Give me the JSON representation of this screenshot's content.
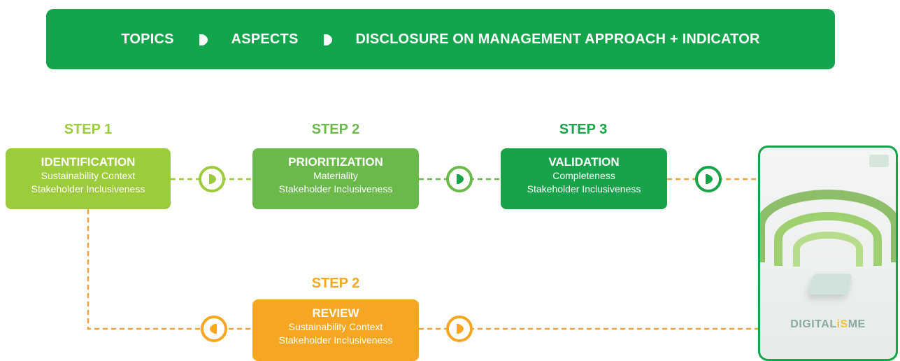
{
  "banner": {
    "items": [
      "TOPICS",
      "ASPECTS",
      "DISCLOSURE ON MANAGEMENT APPROACH + INDICATOR"
    ]
  },
  "steps": {
    "identification": {
      "step_label": "STEP 1",
      "title": "IDENTIFICATION",
      "lines": [
        "Sustainability Context",
        "Stakeholder Inclusiveness"
      ]
    },
    "prioritization": {
      "step_label": "STEP 2",
      "title": "PRIORITIZATION",
      "lines": [
        "Materiality",
        "Stakeholder Inclusiveness"
      ]
    },
    "validation": {
      "step_label": "STEP 3",
      "title": "VALIDATION",
      "lines": [
        "Completeness",
        "Stakeholder Inclusiveness"
      ]
    },
    "review": {
      "step_label": "STEP 2",
      "title": "REVIEW",
      "lines": [
        "Sustainability Context",
        "Stakeholder Inclusiveness"
      ]
    }
  },
  "report_cover": {
    "title_part1": "DIGITAL",
    "title_part2": "iS",
    "title_part3": "ME"
  },
  "colors": {
    "banner_green": "#12a54b",
    "identification_green": "#9ccb3b",
    "prioritization_green": "#6ab94a",
    "validation_green": "#18a249",
    "review_orange": "#f5a623"
  }
}
